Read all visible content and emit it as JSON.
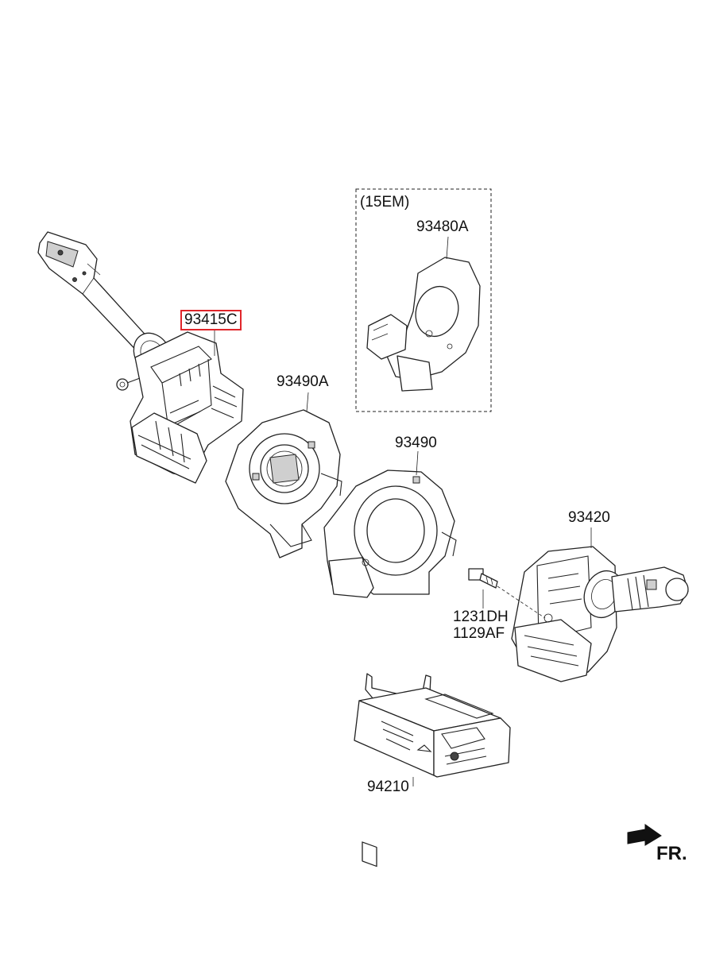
{
  "diagram": {
    "group_label": "(15EM)",
    "parts": [
      {
        "id": "93415C",
        "label": "93415C",
        "highlighted": true
      },
      {
        "id": "93480A",
        "label": "93480A"
      },
      {
        "id": "93490A",
        "label": "93490A"
      },
      {
        "id": "93490",
        "label": "93490"
      },
      {
        "id": "93420",
        "label": "93420"
      },
      {
        "id": "1231DH",
        "label": "1231DH"
      },
      {
        "id": "1129AF",
        "label": "1129AF"
      },
      {
        "id": "94210",
        "label": "94210"
      }
    ],
    "direction_label": "FR.",
    "highlight_color": "#e0262b"
  }
}
